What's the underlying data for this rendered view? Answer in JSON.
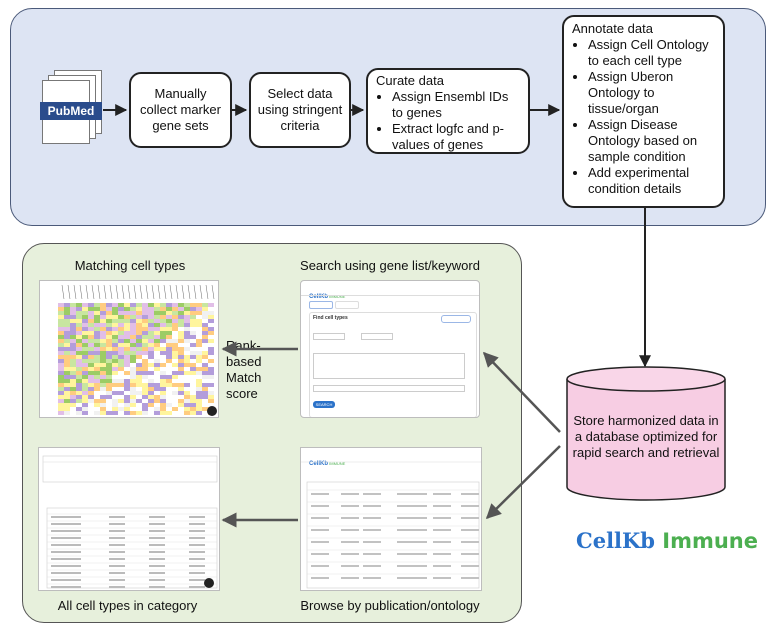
{
  "pubmed_logo": {
    "text": "PubMed"
  },
  "steps": {
    "collect": "Manually collect marker gene sets",
    "select": "Select data using stringent criteria",
    "curate": {
      "heading": "Curate data",
      "items": [
        "Assign Ensembl IDs to genes",
        "Extract logfc and p-values of genes"
      ]
    },
    "annotate": {
      "heading": "Annotate data",
      "items": [
        "Assign Cell Ontology to each cell type",
        "Assign Uberon Ontology to tissue/organ",
        "Assign Disease Ontology based on sample condition",
        "Add experimental condition details"
      ]
    }
  },
  "database": {
    "label": "Store harmonized data in a database optimized for rapid search and retrieval"
  },
  "screens": {
    "matching": {
      "caption": "Matching cell types"
    },
    "search": {
      "caption": "Search using gene list/keyword",
      "heading": "Find cell types",
      "button": "SEARCH"
    },
    "category": {
      "caption": "All cell types in category"
    },
    "browse": {
      "caption": "Browse by publication/ontology"
    }
  },
  "rank_label": "Rank-based Match score",
  "brand": {
    "cell": "Cell",
    "kb": "Kb",
    "immune": " Immune"
  },
  "colors": {
    "top_panel": "#dde4f3",
    "bottom_panel": "#e7f0dc",
    "database": "#f7cde3",
    "brand_blue": "#2b72c9",
    "brand_green": "#4caf50"
  }
}
